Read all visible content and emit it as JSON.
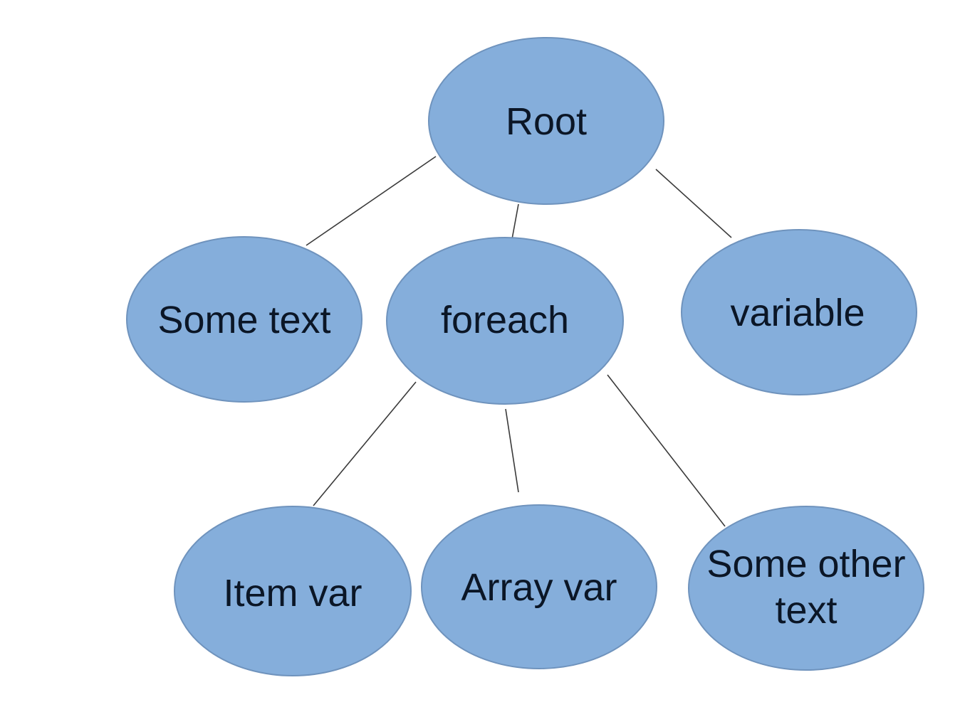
{
  "diagram": {
    "type": "tree",
    "colors": {
      "node_fill": "#85aedb",
      "node_stroke": "#6f93bd",
      "text": "#0b1626",
      "edge": "#3a3a3a"
    },
    "nodes": {
      "root": "Root",
      "some_text": "Some text",
      "foreach": "foreach",
      "variable": "variable",
      "item_var": "Item var",
      "array_var": "Array var",
      "some_other_text_line1": "Some other",
      "some_other_text_line2": "text"
    },
    "edges": [
      [
        "Root",
        "Some text"
      ],
      [
        "Root",
        "foreach"
      ],
      [
        "Root",
        "variable"
      ],
      [
        "foreach",
        "Item var"
      ],
      [
        "foreach",
        "Array var"
      ],
      [
        "foreach",
        "Some other text"
      ]
    ]
  }
}
